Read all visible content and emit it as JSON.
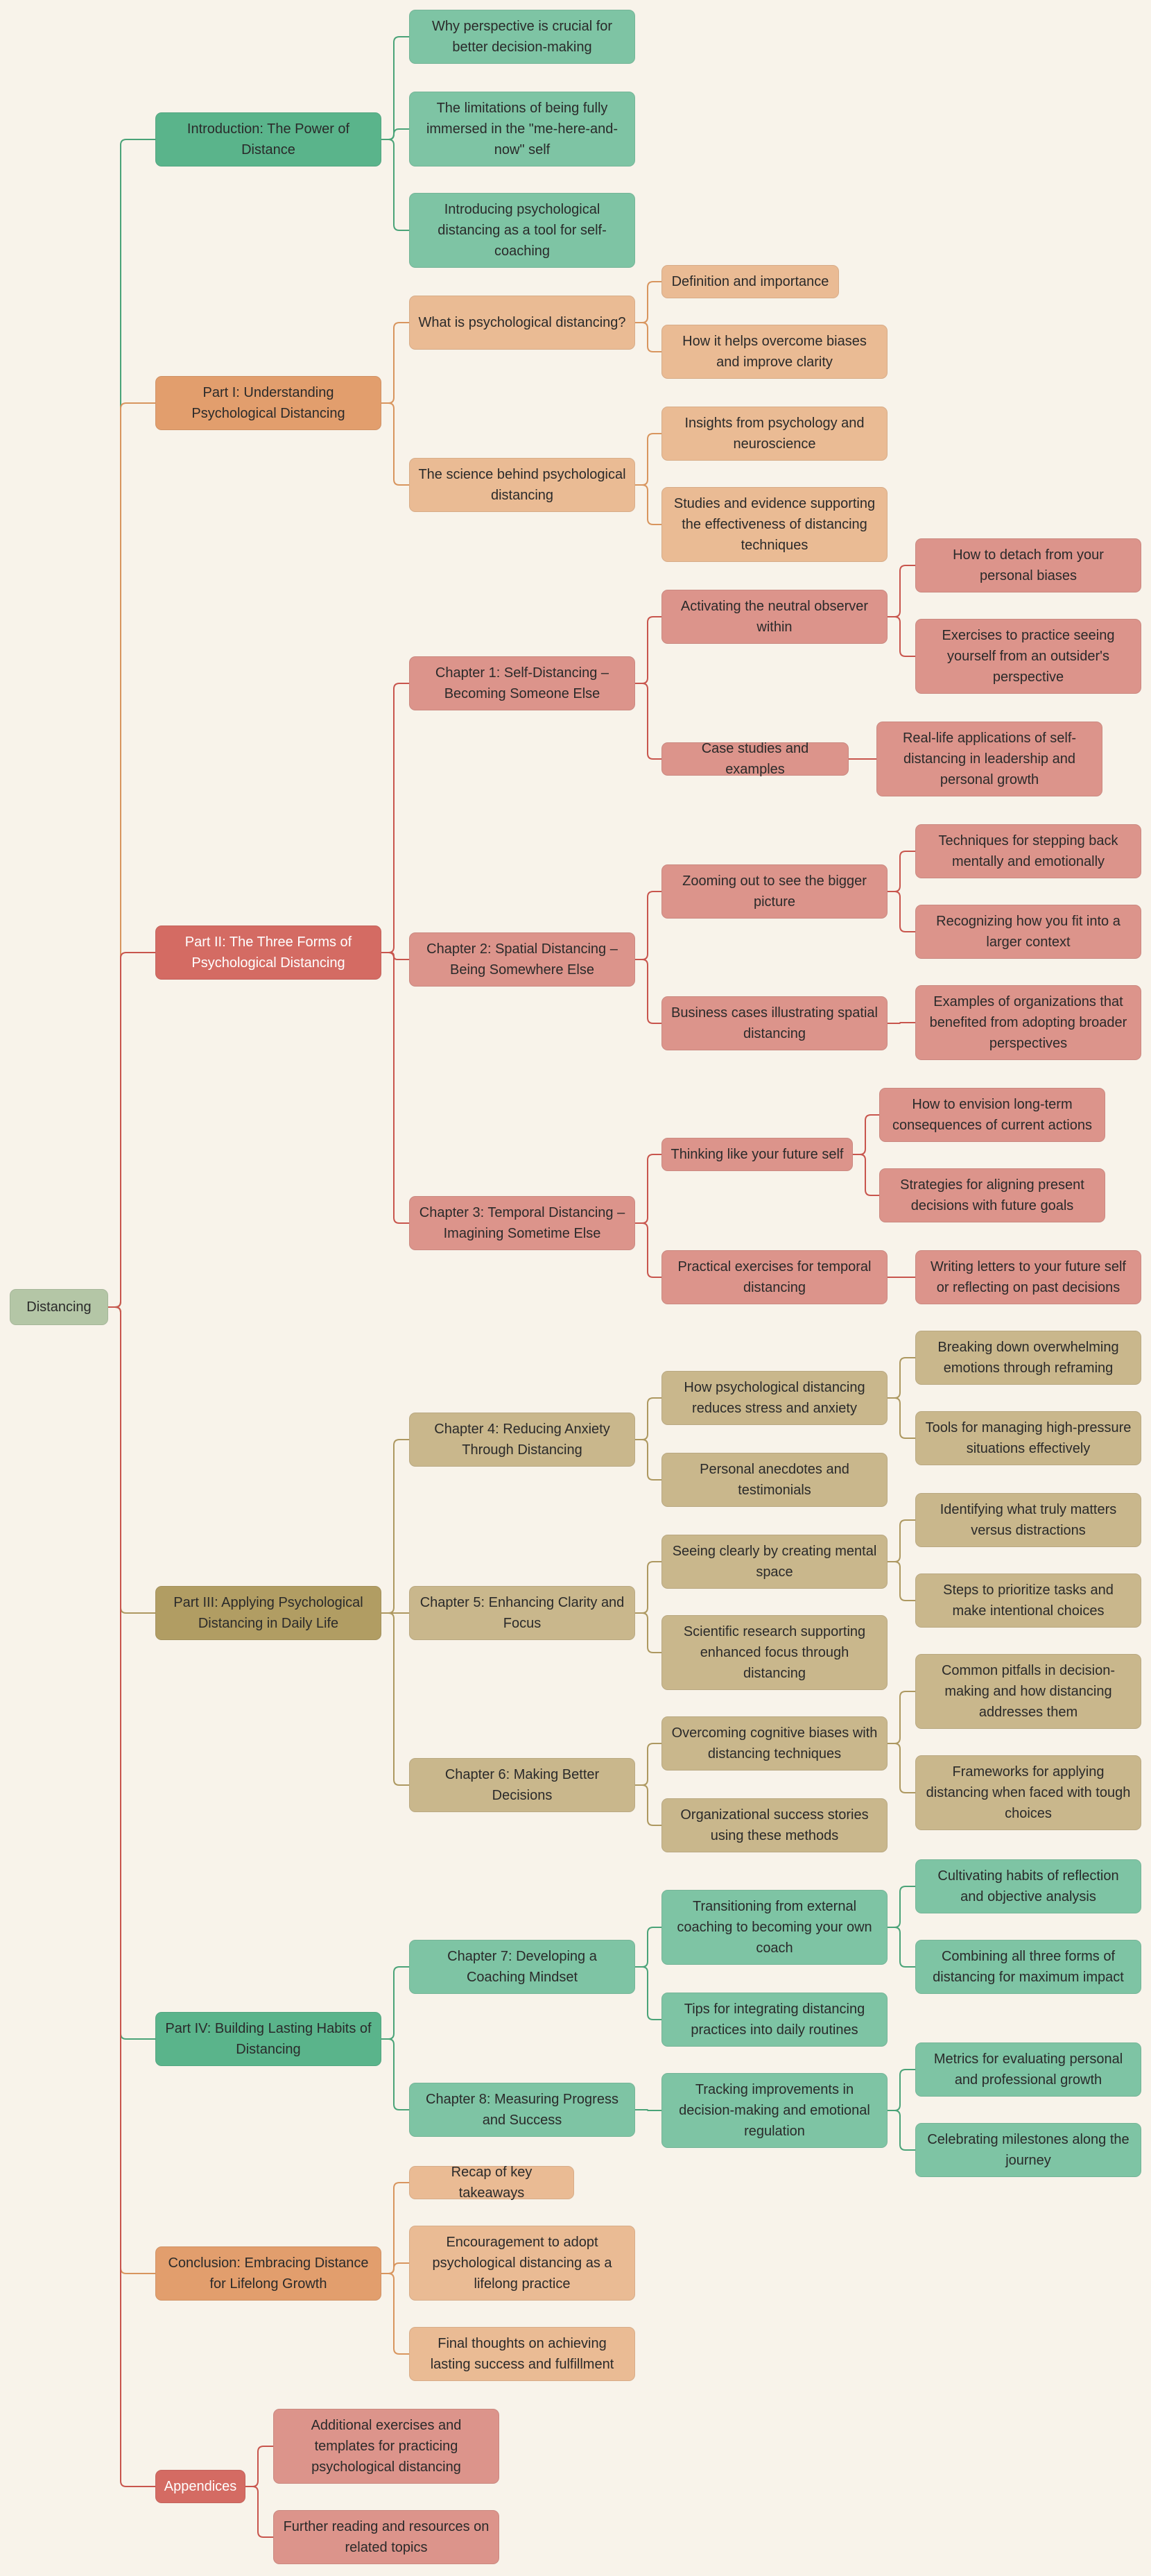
{
  "colors": {
    "background": "#f8f3ea",
    "root": "#b4c6a6",
    "green_dark": "#5ab48b",
    "green_light": "#7ec4a4",
    "orange_dark": "#e29e6d",
    "orange_light": "#eabb94",
    "red_dark": "#d46b63",
    "red_light": "#dc948b",
    "gold_dark": "#b19d63",
    "gold_light": "#c9b78c",
    "edge_green": "#4aa378",
    "edge_orange": "#d8955e",
    "edge_red": "#c8554d",
    "edge_gold": "#ad9860"
  },
  "mindmap": {
    "root": {
      "label": "Distancing"
    },
    "sections": [
      {
        "id": "intro",
        "label": "Introduction: The Power of Distance",
        "theme": "green",
        "children": [
          {
            "id": "intro-1",
            "label": "Why perspective is crucial for better decision-making",
            "children": []
          },
          {
            "id": "intro-2",
            "label": "The limitations of being fully immersed in the \"me-here-and-now\" self",
            "children": []
          },
          {
            "id": "intro-3",
            "label": "Introducing psychological distancing as a tool for self-coaching",
            "children": []
          }
        ]
      },
      {
        "id": "part1",
        "label": "Part I: Understanding Psychological Distancing",
        "theme": "orange",
        "children": [
          {
            "id": "p1-what",
            "label": "What is psychological distancing?",
            "children": [
              {
                "id": "p1-what-1",
                "label": "Definition and importance",
                "children": []
              },
              {
                "id": "p1-what-2",
                "label": "How it helps overcome biases and improve clarity",
                "children": []
              }
            ]
          },
          {
            "id": "p1-sci",
            "label": "The science behind psychological distancing",
            "children": [
              {
                "id": "p1-sci-1",
                "label": "Insights from psychology and neuroscience",
                "children": []
              },
              {
                "id": "p1-sci-2",
                "label": "Studies and evidence supporting the effectiveness of distancing techniques",
                "children": []
              }
            ]
          }
        ]
      },
      {
        "id": "part2",
        "label": "Part II: The Three Forms of Psychological Distancing",
        "theme": "red",
        "children": [
          {
            "id": "ch1",
            "label": "Chapter 1: Self-Distancing – Becoming Someone Else",
            "children": [
              {
                "id": "ch1-a",
                "label": "Activating the neutral observer within",
                "children": [
                  {
                    "id": "ch1-a-1",
                    "label": "How to detach from your personal biases"
                  },
                  {
                    "id": "ch1-a-2",
                    "label": "Exercises to practice seeing yourself from an outsider's perspective"
                  }
                ]
              },
              {
                "id": "ch1-b",
                "label": "Case studies and examples",
                "children": [
                  {
                    "id": "ch1-b-1",
                    "label": "Real-life applications of self-distancing in leadership and personal growth"
                  }
                ]
              }
            ]
          },
          {
            "id": "ch2",
            "label": "Chapter 2: Spatial Distancing – Being Somewhere Else",
            "children": [
              {
                "id": "ch2-a",
                "label": "Zooming out to see the bigger picture",
                "children": [
                  {
                    "id": "ch2-a-1",
                    "label": "Techniques for stepping back mentally and emotionally"
                  },
                  {
                    "id": "ch2-a-2",
                    "label": "Recognizing how you fit into a larger context"
                  }
                ]
              },
              {
                "id": "ch2-b",
                "label": "Business cases illustrating spatial distancing",
                "children": [
                  {
                    "id": "ch2-b-1",
                    "label": "Examples of organizations that benefited from adopting broader perspectives"
                  }
                ]
              }
            ]
          },
          {
            "id": "ch3",
            "label": "Chapter 3: Temporal Distancing – Imagining Sometime Else",
            "children": [
              {
                "id": "ch3-a",
                "label": "Thinking like your future self",
                "children": [
                  {
                    "id": "ch3-a-1",
                    "label": "How to envision long-term consequences of current actions"
                  },
                  {
                    "id": "ch3-a-2",
                    "label": "Strategies for aligning present decisions with future goals"
                  }
                ]
              },
              {
                "id": "ch3-b",
                "label": "Practical exercises for temporal distancing",
                "children": [
                  {
                    "id": "ch3-b-1",
                    "label": "Writing letters to your future self or reflecting on past decisions"
                  }
                ]
              }
            ]
          }
        ]
      },
      {
        "id": "part3",
        "label": "Part III: Applying Psychological Distancing in Daily Life",
        "theme": "gold",
        "children": [
          {
            "id": "ch4",
            "label": "Chapter 4: Reducing Anxiety Through Distancing",
            "children": [
              {
                "id": "ch4-a",
                "label": "How psychological distancing reduces stress and anxiety",
                "children": [
                  {
                    "id": "ch4-a-1",
                    "label": "Breaking down overwhelming emotions through reframing"
                  },
                  {
                    "id": "ch4-a-2",
                    "label": "Tools for managing high-pressure situations effectively"
                  }
                ]
              },
              {
                "id": "ch4-b",
                "label": "Personal anecdotes and testimonials",
                "children": []
              }
            ]
          },
          {
            "id": "ch5",
            "label": "Chapter 5: Enhancing Clarity and Focus",
            "children": [
              {
                "id": "ch5-a",
                "label": "Seeing clearly by creating mental space",
                "children": [
                  {
                    "id": "ch5-a-1",
                    "label": "Identifying what truly matters versus distractions"
                  },
                  {
                    "id": "ch5-a-2",
                    "label": "Steps to prioritize tasks and make intentional choices"
                  }
                ]
              },
              {
                "id": "ch5-b",
                "label": "Scientific research supporting enhanced focus through distancing",
                "children": []
              }
            ]
          },
          {
            "id": "ch6",
            "label": "Chapter 6: Making Better Decisions",
            "children": [
              {
                "id": "ch6-a",
                "label": "Overcoming cognitive biases with distancing techniques",
                "children": [
                  {
                    "id": "ch6-a-1",
                    "label": "Common pitfalls in decision-making and how distancing addresses them"
                  },
                  {
                    "id": "ch6-a-2",
                    "label": "Frameworks for applying distancing when faced with tough choices"
                  }
                ]
              },
              {
                "id": "ch6-b",
                "label": "Organizational success stories using these methods",
                "children": []
              }
            ]
          }
        ]
      },
      {
        "id": "part4",
        "label": "Part IV: Building Lasting Habits of Distancing",
        "theme": "green",
        "children": [
          {
            "id": "ch7",
            "label": "Chapter 7: Developing a Coaching Mindset",
            "children": [
              {
                "id": "ch7-a",
                "label": "Transitioning from external coaching to becoming your own coach",
                "children": [
                  {
                    "id": "ch7-a-1",
                    "label": "Cultivating habits of reflection and objective analysis"
                  },
                  {
                    "id": "ch7-a-2",
                    "label": "Combining all three forms of distancing for maximum impact"
                  }
                ]
              },
              {
                "id": "ch7-b",
                "label": "Tips for integrating distancing practices into daily routines",
                "children": []
              }
            ]
          },
          {
            "id": "ch8",
            "label": "Chapter 8: Measuring Progress and Success",
            "children": [
              {
                "id": "ch8-a",
                "label": "Tracking improvements in decision-making and emotional regulation",
                "children": [
                  {
                    "id": "ch8-a-1",
                    "label": "Metrics for evaluating personal and professional growth"
                  },
                  {
                    "id": "ch8-a-2",
                    "label": "Celebrating milestones along the journey"
                  }
                ]
              }
            ]
          }
        ]
      },
      {
        "id": "conclusion",
        "label": "Conclusion: Embracing Distance for Lifelong Growth",
        "theme": "orange",
        "children": [
          {
            "id": "con-1",
            "label": "Recap of key takeaways",
            "children": []
          },
          {
            "id": "con-2",
            "label": "Encouragement to adopt psychological distancing as a lifelong practice",
            "children": []
          },
          {
            "id": "con-3",
            "label": "Final thoughts on achieving lasting success and fulfillment",
            "children": []
          }
        ]
      },
      {
        "id": "appendices",
        "label": "Appendices",
        "theme": "red",
        "children": [
          {
            "id": "app-1",
            "label": "Additional exercises and templates for practicing psychological distancing",
            "children": []
          },
          {
            "id": "app-2",
            "label": "Further reading and resources on related topics",
            "children": []
          }
        ]
      }
    ]
  }
}
